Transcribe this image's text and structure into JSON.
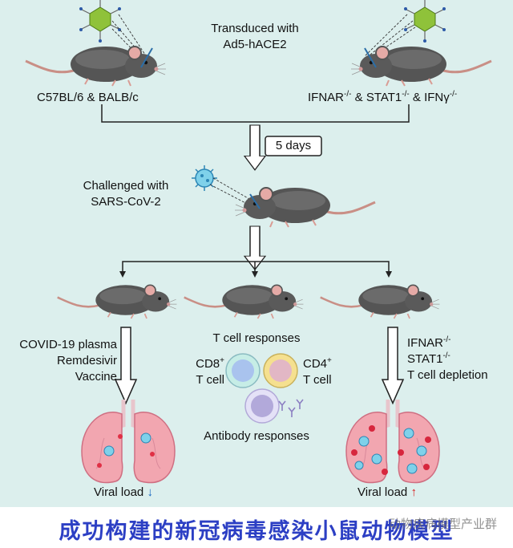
{
  "header": {
    "transduced_line1": "Transduced with",
    "transduced_line2": "Ad5-hACE2"
  },
  "strains": {
    "left": "C57BL/6 & BALB/c",
    "right_ifnar": "IFNAR",
    "right_stat1": "STAT1",
    "right_ifng": "IFNγ",
    "knockout_sup": "-/-",
    "amp": "&"
  },
  "timeline": {
    "days": "5 days"
  },
  "challenge": {
    "line1": "Challenged with",
    "line2": "SARS-CoV-2"
  },
  "groups": {
    "left": {
      "items": [
        "COVID-19 plasma",
        "Remdesivir",
        "Vaccine"
      ],
      "viral_load": "Viral load",
      "trend": "↓"
    },
    "middle": {
      "title": "T cell responses",
      "cd8": "CD8",
      "cd4": "CD4",
      "plus": "+",
      "t_cell": "T cell",
      "antibody": "Antibody responses"
    },
    "right": {
      "ifnar": "IFNAR",
      "stat1": "STAT1",
      "depletion": "T cell depletion",
      "viral_load": "Viral load",
      "trend": "↑"
    }
  },
  "footer": {
    "title": "成功构建的新冠病毒感染小鼠动物模型",
    "watermark": "动物疾病模型产业群"
  },
  "colors": {
    "panel": "#dcefed",
    "footer_title": "#2c3fc4",
    "trend_down": "#1565c0",
    "trend_up": "#d81b1b",
    "lung": "#f2a6b0",
    "mouse": "#5a5a5a"
  }
}
